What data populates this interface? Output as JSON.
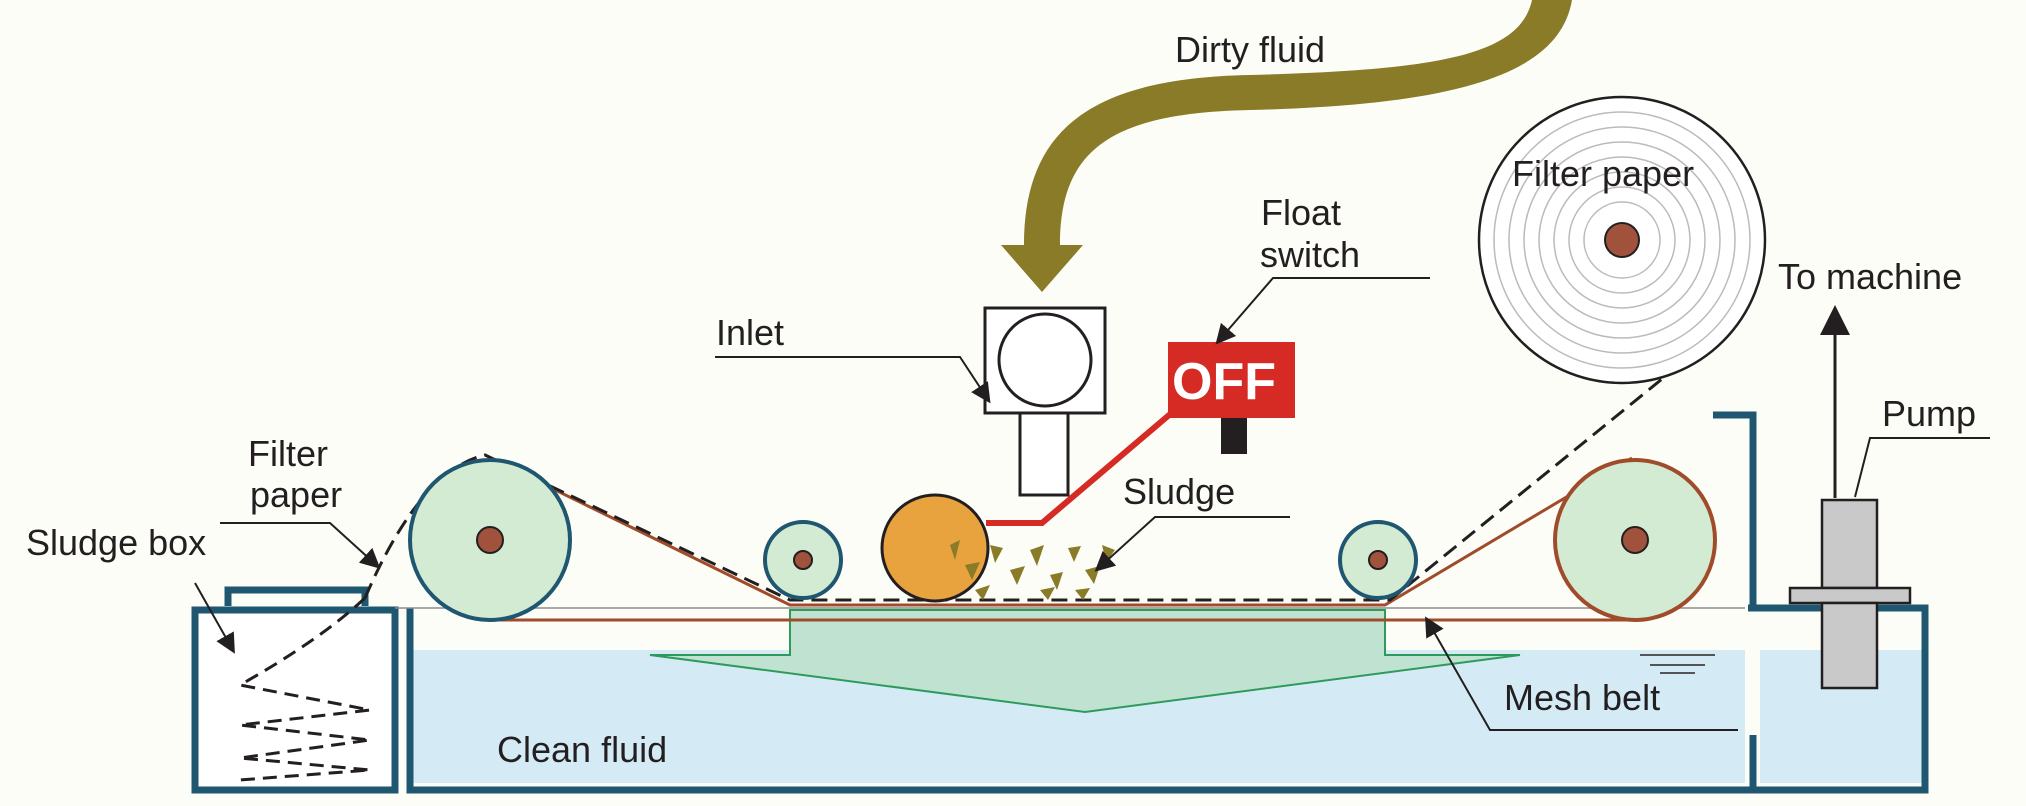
{
  "labels": {
    "dirty_fluid": "Dirty fluid",
    "filter_paper_roll": "Filter paper",
    "float_switch_line1": "Float",
    "float_switch_line2": "switch",
    "to_machine": "To machine",
    "inlet": "Inlet",
    "off": "OFF",
    "sludge": "Sludge",
    "pump": "Pump",
    "filter_paper_line1": "Filter",
    "filter_paper_line2": "paper",
    "sludge_box": "Sludge box",
    "mesh_belt": "Mesh belt",
    "clean_fluid": "Clean fluid"
  },
  "colors": {
    "dirty_flow_arrow": "#8a7b28",
    "tank_wall": "#1f5670",
    "clean_fluid": "#d4ebf6",
    "roller_fill": "#d3ead3",
    "roller_hub": "#a0523d",
    "drive_roller": "#e8a33e",
    "float_switch": "#d52b24",
    "mesh_belt": "#a04b2a",
    "filter_outflow": "#bfe3d0"
  }
}
